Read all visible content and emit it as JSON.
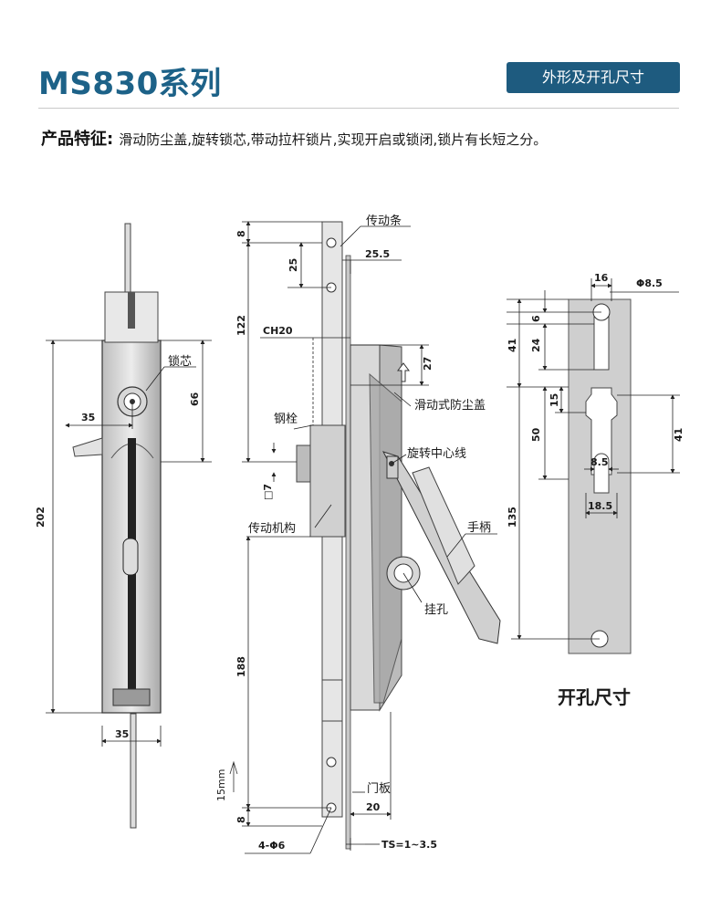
{
  "header": {
    "title": "MS830系列",
    "section_button": "外形及开孔尺寸"
  },
  "features": {
    "label": "产品特征:",
    "text": "滑动防尘盖,旋转锁芯,带动拉杆锁片,实现开启或锁闭,锁片有长短之分。"
  },
  "front_view": {
    "callout_core": "锁芯",
    "dim_35_top": "35",
    "dim_66": "66",
    "dim_202": "202",
    "dim_35_bottom": "35"
  },
  "side_view": {
    "callouts": {
      "transmission_bar": "传动条",
      "steel_bolt": "钢栓",
      "transmission_mechanism": "传动机构",
      "dust_cover": "滑动式防尘盖",
      "rotation_center": "旋转中心线",
      "handle": "手柄",
      "hang_hole": "挂孔",
      "door_panel": "门板"
    },
    "dims": {
      "d8_top": "8",
      "d25": "25",
      "d25_5": "25.5",
      "d122": "122",
      "ch20": "CH20",
      "d27": "27",
      "sq7": "□7",
      "d188": "188",
      "d15mm": "15mm",
      "d8_bottom": "8",
      "d20": "20",
      "holes": "4-Φ6",
      "ts": "TS=1~3.5"
    }
  },
  "cutout_view": {
    "caption": "开孔尺寸",
    "dims": {
      "d16": "16",
      "phi85": "Φ8.5",
      "d6": "6",
      "d41_left": "41",
      "d24": "24",
      "d15": "15",
      "d50": "50",
      "d41_right": "41",
      "d8_5": "8.5",
      "d135": "135",
      "d18_5": "18.5"
    }
  }
}
